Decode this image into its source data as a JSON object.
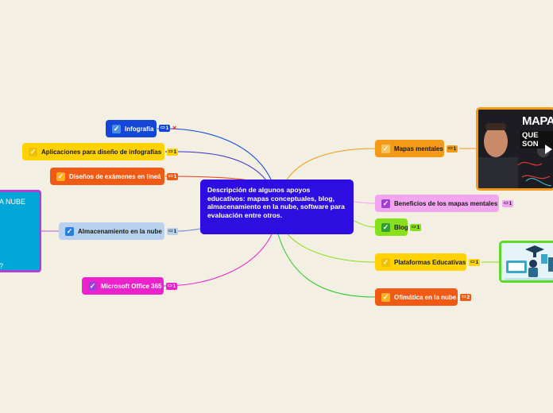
{
  "central": {
    "text": "Descripción de algunos apoyos educativos: mapas conceptuales, blog, almacenamiento en la nube, software para evaluación  entre otros."
  },
  "left_nodes": [
    {
      "id": "infografia",
      "label": "Infografía",
      "count": "1",
      "color": "#1447d8",
      "check_color": "#4a90e2",
      "has_x": true
    },
    {
      "id": "aplicaciones",
      "label": "Aplicaciones para diseño de infografías",
      "count": "1",
      "color": "#ffd200",
      "check_color": "#f0c000"
    },
    {
      "id": "disenos",
      "label": "Diseños de exámenes en lineá",
      "count": "1",
      "color": "#f05a14",
      "check_color": "#ffb020"
    },
    {
      "id": "almacenamiento",
      "label": "Almacenamiento en la nube",
      "count": "1",
      "color": "#b7d1ee",
      "check_color": "#2b7de0"
    },
    {
      "id": "office",
      "label": "Microsoft Office 365",
      "count": "1",
      "color": "#ee22cc",
      "check_color": "#9a3fd9"
    }
  ],
  "right_nodes": [
    {
      "id": "mapas",
      "label": "Mapas mentales",
      "count": "1",
      "color": "#f49a16",
      "check_color": "#f6c560"
    },
    {
      "id": "beneficios",
      "label": "Beneficios de los mapas mentales",
      "count": "1",
      "color": "#f2a6f0",
      "check_color": "#a040d0"
    },
    {
      "id": "blog",
      "label": "Blog",
      "count": "1",
      "color": "#88e01a",
      "check_color": "#2fa02f"
    },
    {
      "id": "plataformas",
      "label": "Plataformas Educativas",
      "count": "1",
      "color": "#ffd200",
      "check_color": "#f0c000"
    },
    {
      "id": "ofimatica",
      "label": "Ofimática en la nube",
      "count": "2",
      "color": "#f05a14",
      "check_color": "#ffb020"
    }
  ],
  "left_panel": {
    "line1": "A NUBE",
    "line2": "?"
  },
  "video_thumb": {
    "line1": "MAPA",
    "line2": "QUE SON"
  },
  "icons": {
    "check": "check-icon",
    "comment": "comment-icon",
    "close": "close-icon",
    "play": "play-icon"
  },
  "colors": {
    "central": "#2e0de0",
    "background": "#f3efe2"
  }
}
